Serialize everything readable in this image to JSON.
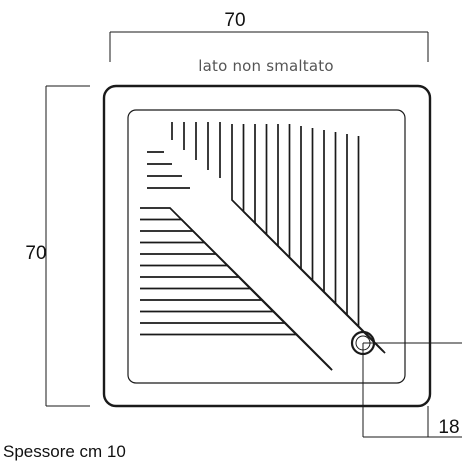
{
  "dimensions": {
    "width": "70",
    "height": "70",
    "drain_offset": "18"
  },
  "notes": {
    "unglazed_side": "lato non smaltato"
  },
  "spec": {
    "thickness": "Spessore cm 10"
  },
  "colors": {
    "line": "#1a1a1a",
    "note_text": "#555555"
  }
}
